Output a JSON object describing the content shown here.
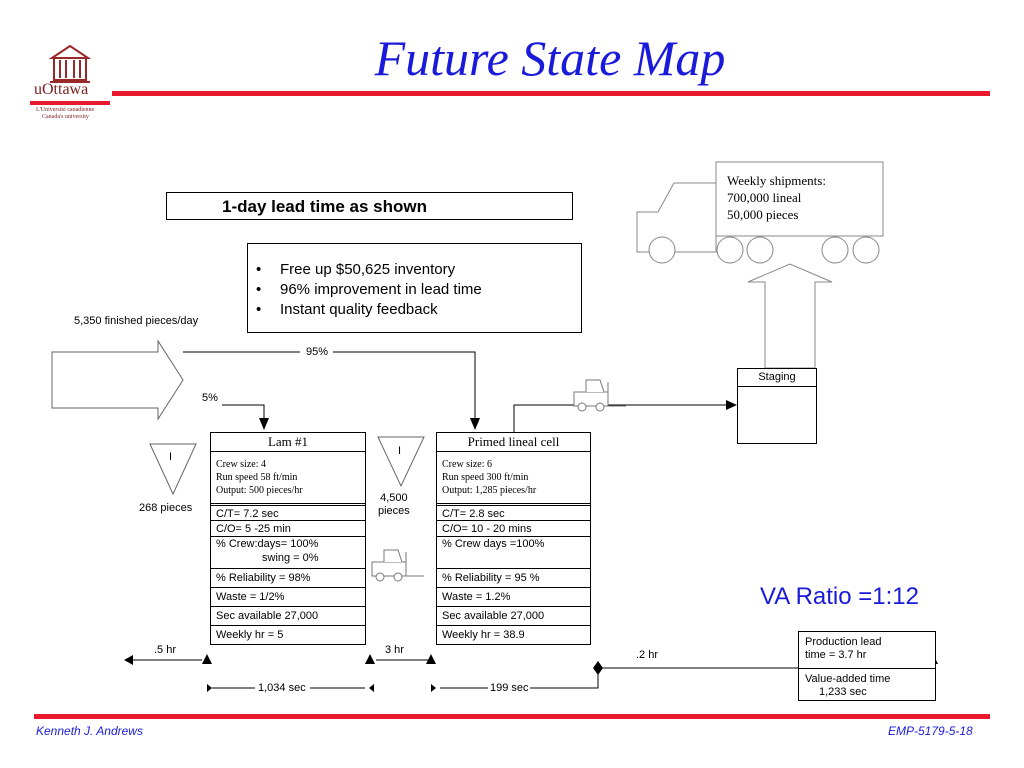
{
  "title": "Future State Map",
  "logo": {
    "name": "uOttawa",
    "line1": "L'Université canadienne",
    "line2": "Canada's university"
  },
  "lead_time_banner": "1-day lead time as shown",
  "benefits": [
    "Free up $50,625 inventory",
    "96% improvement in lead time",
    "Instant quality feedback"
  ],
  "customer": {
    "label": "5,350 finished pieces/day",
    "split_a": "95%",
    "split_b": "5%"
  },
  "shipment": {
    "line1": "Weekly shipments:",
    "line2": "700,000 lineal",
    "line3": "50,000 pieces"
  },
  "staging": "Staging",
  "inventory_1": {
    "symbol": "I",
    "label": "268 pieces"
  },
  "inventory_2": {
    "symbol": "I",
    "label_1": "4,500",
    "label_2": "pieces"
  },
  "lam": {
    "title": "Lam  #1",
    "info_1": "Crew size: 4",
    "info_2": "Run speed 58 ft/min",
    "info_3": "Output: 500 pieces/hr",
    "ct": "C/T= 7.2 sec",
    "co": "C/O= 5 -25 min",
    "crew_1": "% Crew:days= 100%",
    "crew_2": "swing = 0%",
    "reliability": "% Reliability = 98%",
    "waste": "Waste = 1/2%",
    "sec": "Sec available 27,000",
    "weekly": "Weekly hr =  5"
  },
  "primed": {
    "title": "Primed lineal cell",
    "info_1": "Crew size: 6",
    "info_2": "Run speed 300 ft/min",
    "info_3": "Output: 1,285 pieces/hr",
    "ct": "C/T= 2.8 sec",
    "co": "C/O= 10 - 20 mins",
    "crew": "% Crew days =100%",
    "reliability": "% Reliability = 95 %",
    "waste": "Waste =  1.2%",
    "sec": "Sec available 27,000",
    "weekly": "Weekly hr = 38.9"
  },
  "va_ratio": "VA Ratio =1:12",
  "timeline": {
    "t1": ".5 hr",
    "t2": "3 hr",
    "t3": ".2 hr",
    "v1": "1,034 sec",
    "v2": "199 sec"
  },
  "summary": {
    "prod_1": "Production lead",
    "prod_2": "time =  3.7 hr",
    "va_1": "Value-added time",
    "va_2": "1,233 sec"
  },
  "footer": {
    "author": "Kenneth J. Andrews",
    "code": "EMP-5179-5-18"
  },
  "colors": {
    "title": "#1a1adb",
    "bar": "#e8192c",
    "va": "#1a1adb",
    "footer": "#1a1adb"
  }
}
